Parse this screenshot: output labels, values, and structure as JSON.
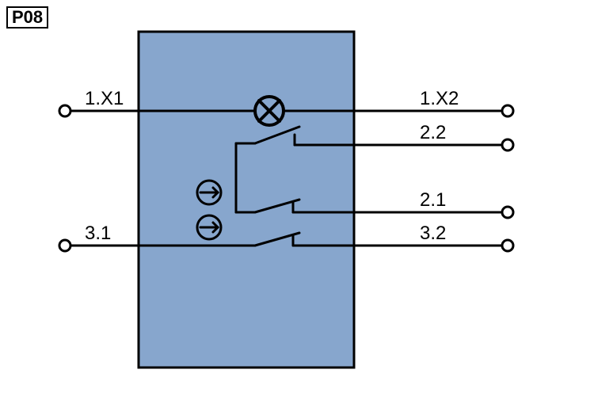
{
  "part_label": "P08",
  "colors": {
    "housing_fill": "#87a6cd",
    "line": "#000000",
    "background": "#ffffff"
  },
  "terminals": {
    "lamp_in": "1.X1",
    "lamp_out": "1.X2",
    "contact_2_2": "2.2",
    "contact_2_1": "2.1",
    "contact_3_1": "3.1",
    "contact_3_2": "3.2"
  },
  "symbols": {
    "lamp": "lamp-cross-circle-icon",
    "actuator_1": "arrow-right-circle-icon",
    "actuator_2": "arrow-right-circle-icon"
  }
}
